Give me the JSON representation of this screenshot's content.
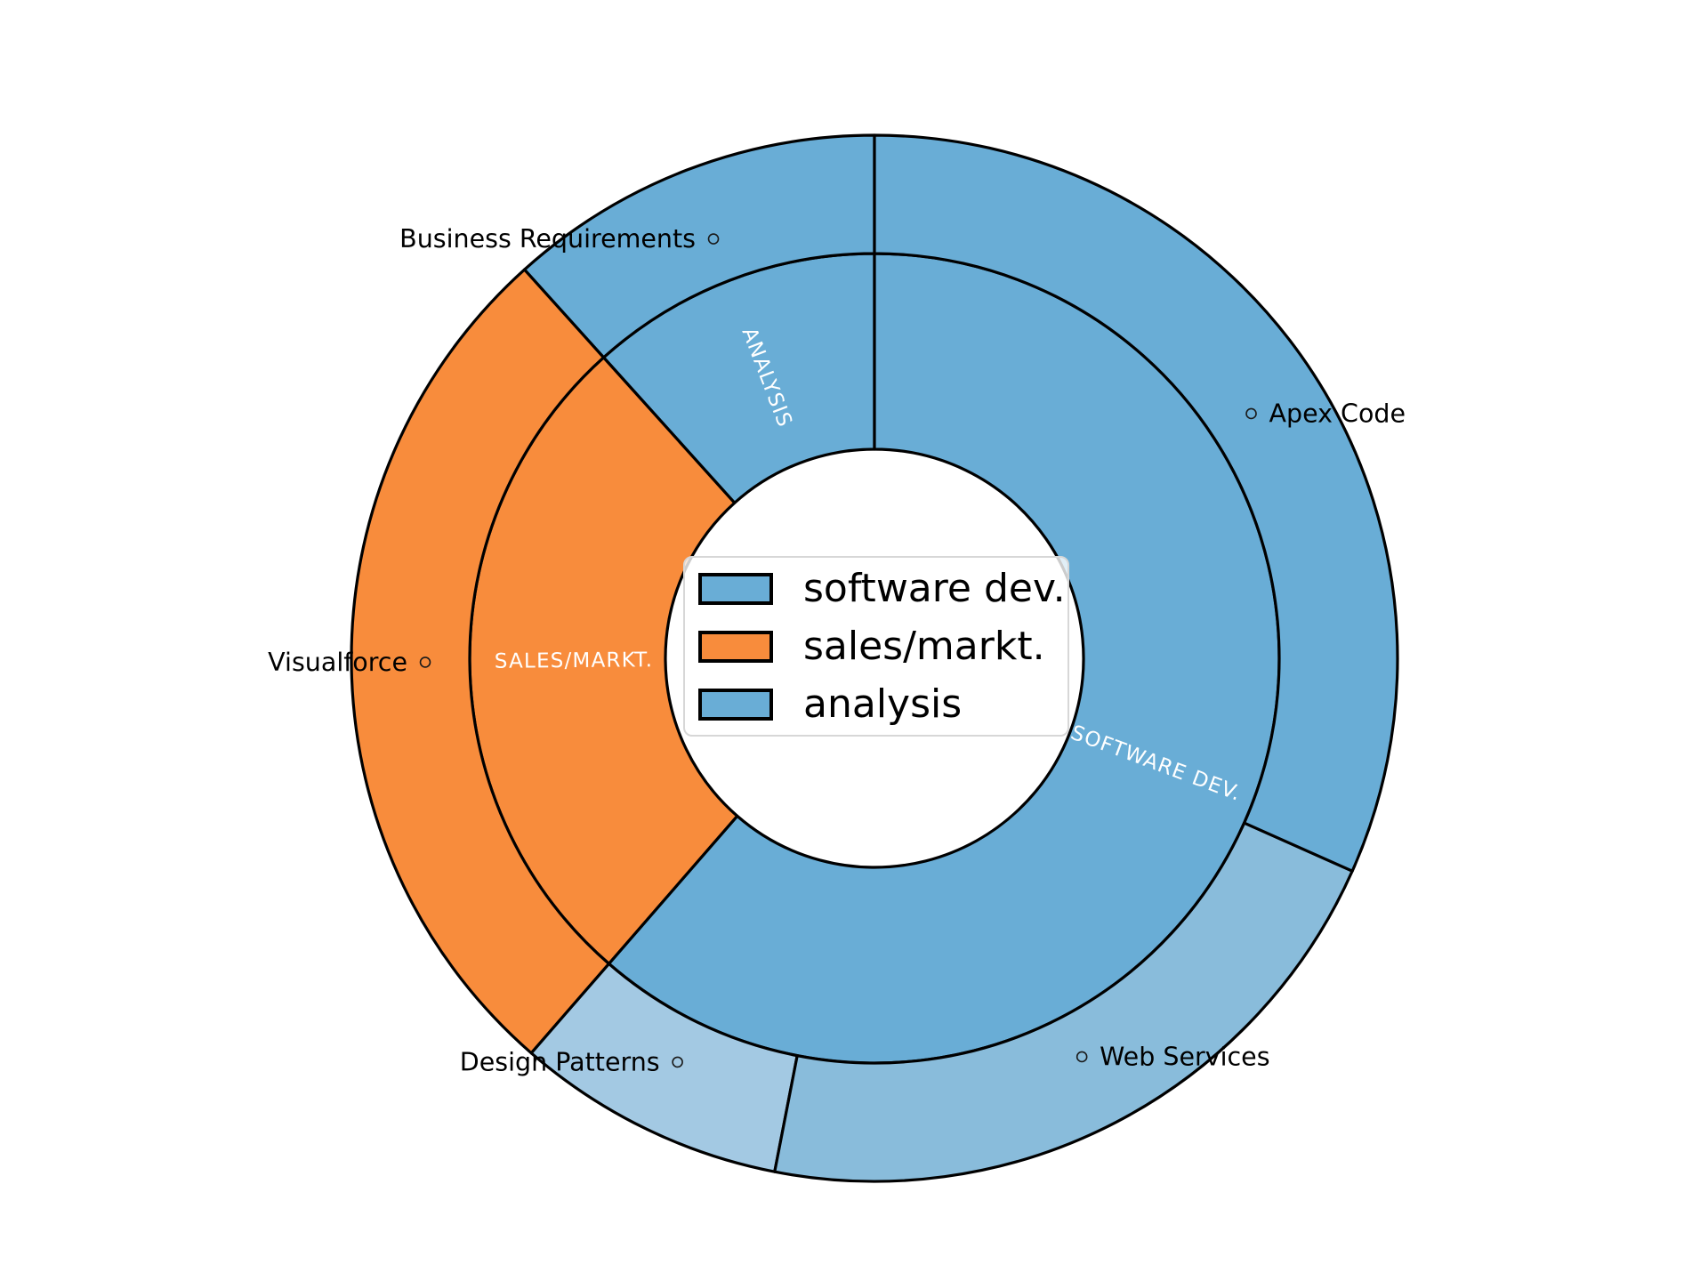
{
  "figure": {
    "background_color": "#ffffff",
    "edge_color": "#000000"
  },
  "legend": {
    "items": [
      {
        "label": "software dev.",
        "color": "#69add6"
      },
      {
        "label": "sales/markt.",
        "color": "#f88c3c"
      },
      {
        "label": "analysis",
        "color": "#69add6"
      }
    ]
  },
  "chart_data": {
    "type": "sunburst",
    "title": "",
    "angle_convention": "degrees counterclockwise from east (3 o'clock); 90 = top",
    "rings": "two concentric rings around a white hole; inner ring = categories, outer ring = sub-topics",
    "inner_ring": [
      {
        "label": "ANALYSIS",
        "start_deg": 90,
        "end_deg": 132,
        "span_deg": 42,
        "share_pct": 11.7,
        "color": "#69add6",
        "label_color": "#ffffff"
      },
      {
        "label": "SALES/MARKT.",
        "start_deg": 132,
        "end_deg": 229,
        "span_deg": 97,
        "share_pct": 26.9,
        "color": "#f88c3c",
        "label_color": "#ffffff"
      },
      {
        "label": "SOFTWARE DEV.",
        "start_deg": 229,
        "end_deg": 450,
        "span_deg": 221,
        "share_pct": 61.4,
        "color": "#69add6",
        "label_color": "#ffffff"
      }
    ],
    "outer_ring": [
      {
        "label": "Business Requirements",
        "parent": "analysis",
        "start_deg": 90,
        "end_deg": 132,
        "span_deg": 42,
        "share_pct": 11.7,
        "color": "#69add6"
      },
      {
        "label": "Visualforce",
        "parent": "sales/markt.",
        "start_deg": 132,
        "end_deg": 229,
        "span_deg": 97,
        "share_pct": 26.9,
        "color": "#f88c3c"
      },
      {
        "label": "Design Patterns",
        "parent": "software dev.",
        "start_deg": 229,
        "end_deg": 259,
        "span_deg": 30,
        "share_pct": 8.3,
        "color": "#a3c9e3"
      },
      {
        "label": "Web Services",
        "parent": "software dev.",
        "start_deg": 259,
        "end_deg": 336,
        "span_deg": 77,
        "share_pct": 21.4,
        "color": "#89bcdb"
      },
      {
        "label": "Apex Code",
        "parent": "software dev.",
        "start_deg": 336,
        "end_deg": 450,
        "span_deg": 114,
        "share_pct": 31.7,
        "color": "#69add6"
      }
    ],
    "leader_marker_glyph": "◦"
  }
}
